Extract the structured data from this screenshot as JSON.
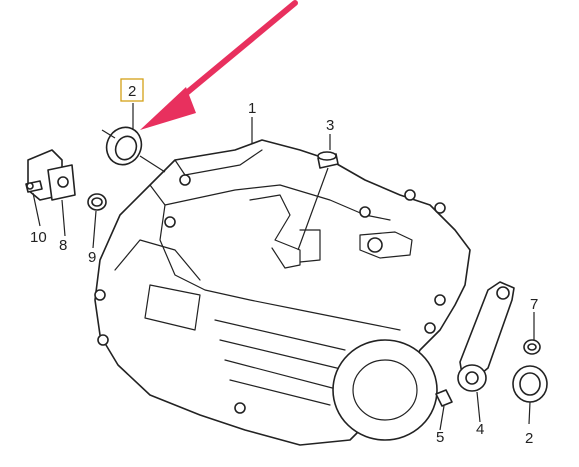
{
  "colors": {
    "arrow": "#e8305e",
    "highlight_box": "#d4a017",
    "ink": "#222222"
  },
  "callouts": {
    "c1": "1",
    "c2_top": "2",
    "c3": "3",
    "c4": "4",
    "c5": "5",
    "c7": "7",
    "c8": "8",
    "c9": "9",
    "c10": "10",
    "c2_bottom": "2"
  },
  "highlighted_callout": "2"
}
